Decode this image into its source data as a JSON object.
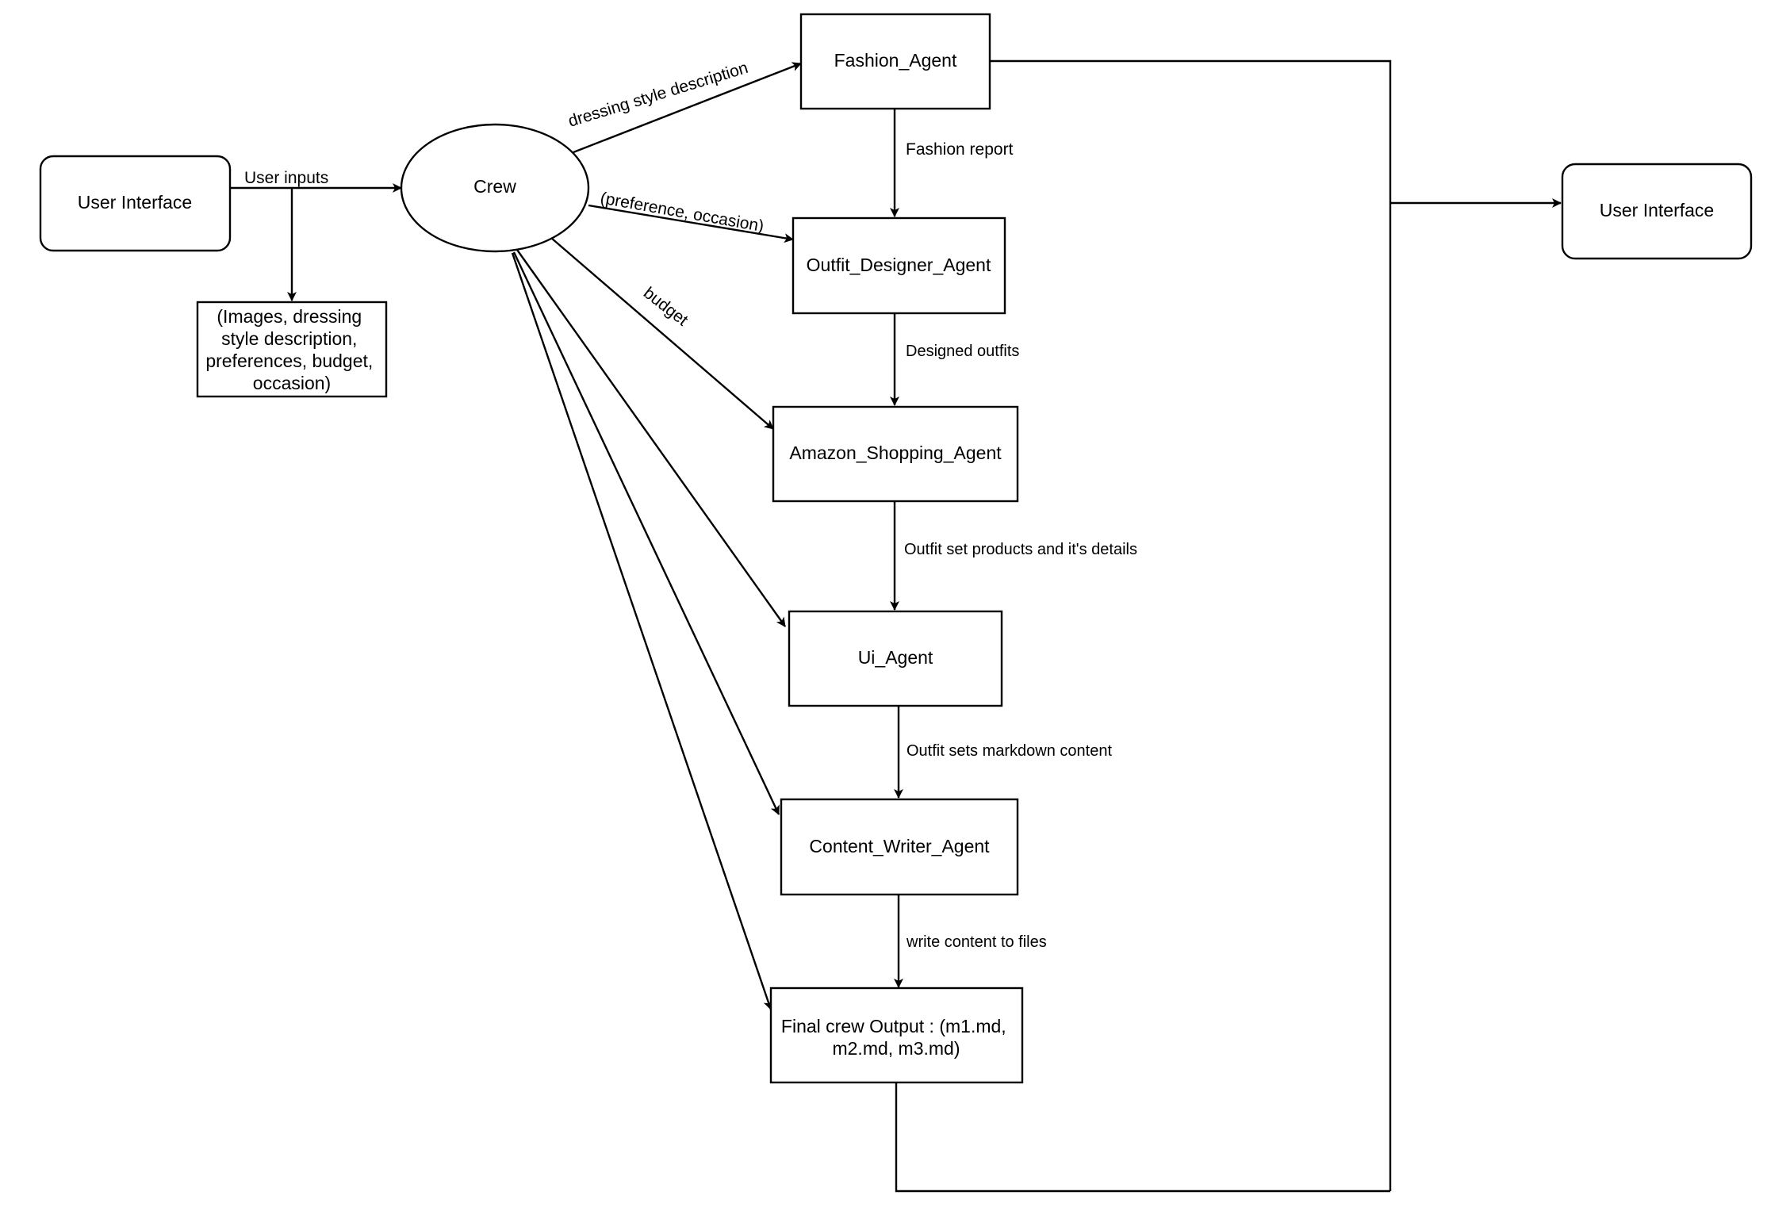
{
  "nodes": {
    "ui_left": "User Interface",
    "crew": "Crew",
    "inputs_note": [
      "(Images, dressing",
      "style description,",
      "preferences, budget,",
      "occasion)"
    ],
    "fashion_agent": "Fashion_Agent",
    "outfit_designer_agent": "Outfit_Designer_Agent",
    "amazon_shopping_agent": "Amazon_Shopping_Agent",
    "ui_agent": "Ui_Agent",
    "content_writer_agent": "Content_Writer_Agent",
    "final_output": [
      "Final crew Output : (m1.md,",
      "m2.md, m3.md)"
    ],
    "ui_right": "User Interface"
  },
  "edges": {
    "user_inputs": "User inputs",
    "dressing_style": "dressing style description",
    "preference_occasion": "(preference, occasion)",
    "budget": "budget",
    "fashion_report": "Fashion report",
    "designed_outfits": "Designed outfits",
    "outfit_set_products": "Outfit set products and it's details",
    "markdown_content": "Outfit sets markdown content",
    "write_content": "write content to files"
  },
  "colors": {
    "stroke": "#000000",
    "fill": "#ffffff",
    "text": "#000000"
  }
}
